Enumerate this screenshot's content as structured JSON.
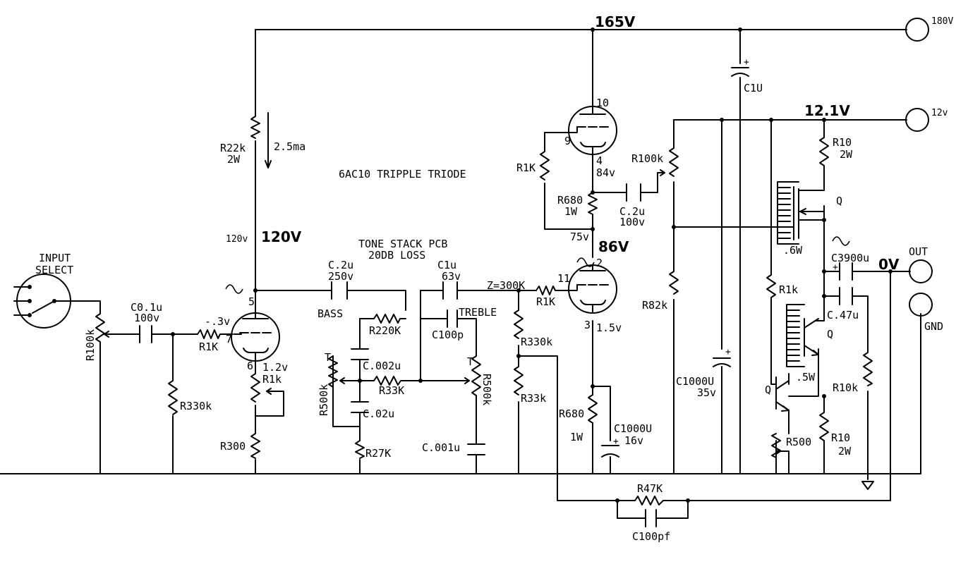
{
  "title": "6AC10 TRIPPLE TRIODE",
  "rails": {
    "v165": "165V",
    "v12_1": "12.1V",
    "v120": "120V",
    "v86": "86V",
    "v0": "0V"
  },
  "terminals": {
    "t180": "180V",
    "t12": "12v",
    "out": "OUT",
    "gnd": "GND"
  },
  "input": {
    "line1": "INPUT",
    "line2": "SELECT",
    "pot": "R100k"
  },
  "tone_stack": {
    "line1": "TONE STACK PCB",
    "line2": "20DB LOSS",
    "bass": "BASS",
    "treble": "TREBLE",
    "t1": "T",
    "t2": "T"
  },
  "labels": {
    "r22k": "R22k",
    "r22k_w": "2W",
    "i25": "2.5ma",
    "v120small": "120v",
    "c01": "C0.1u",
    "c01v": "100v",
    "neg03": "-.3v",
    "r1k_in": "R1K",
    "r330k_in": "R330k",
    "pin5": "5",
    "pin7": "7",
    "pin6": "6",
    "v12": "1.2v",
    "r1k_pot": "R1k",
    "r300": "R300",
    "c2a": "C.2u",
    "c2av": "250v",
    "r220k": "R220K",
    "c002": "C.002u",
    "r500k_b": "R500k",
    "r33k_t": "R33K",
    "c02": "C.02u",
    "r27k": "R27K",
    "c1u": "C1u",
    "c1uv": "63v",
    "c100p": "C100p",
    "r500k_t": "R500k",
    "c001": "C.001u",
    "z300": "Z=300K",
    "r330k_b": "R330k",
    "r33k_b": "R33k",
    "r1k_g": "R1K",
    "pin11": "11",
    "pin2": "2",
    "pin3": "3",
    "v15": "1.5v",
    "r680b": "R680",
    "r680b_w": "1W",
    "c1000a": "C1000U",
    "c1000av": "16v",
    "pin10": "10",
    "pin9": "9",
    "pin4": "4",
    "v84": "84v",
    "r1k_f": "R1K",
    "r680a": "R680",
    "r680a_w": "1W",
    "v75": "75v",
    "c2b": "C.2u",
    "c2bv": "100v",
    "r100k": "R100k",
    "r82k": "R82k",
    "c1000b": "C1000U",
    "c1000bv": "35v",
    "c1u_top": "C1U",
    "r10a": "R10",
    "r10a_w": "2W",
    "q1": "Q",
    "w6": ".6W",
    "r1k_q": "R1k",
    "q2": "Q",
    "w5": ".5W",
    "c47": "C.47u",
    "c3900": "C3900u",
    "q3": "Q",
    "r500": "R500",
    "r10b": "R10",
    "r10b_w": "2W",
    "r10k": "R10k",
    "r47k": "R47K",
    "c100pf": "C100pf"
  }
}
